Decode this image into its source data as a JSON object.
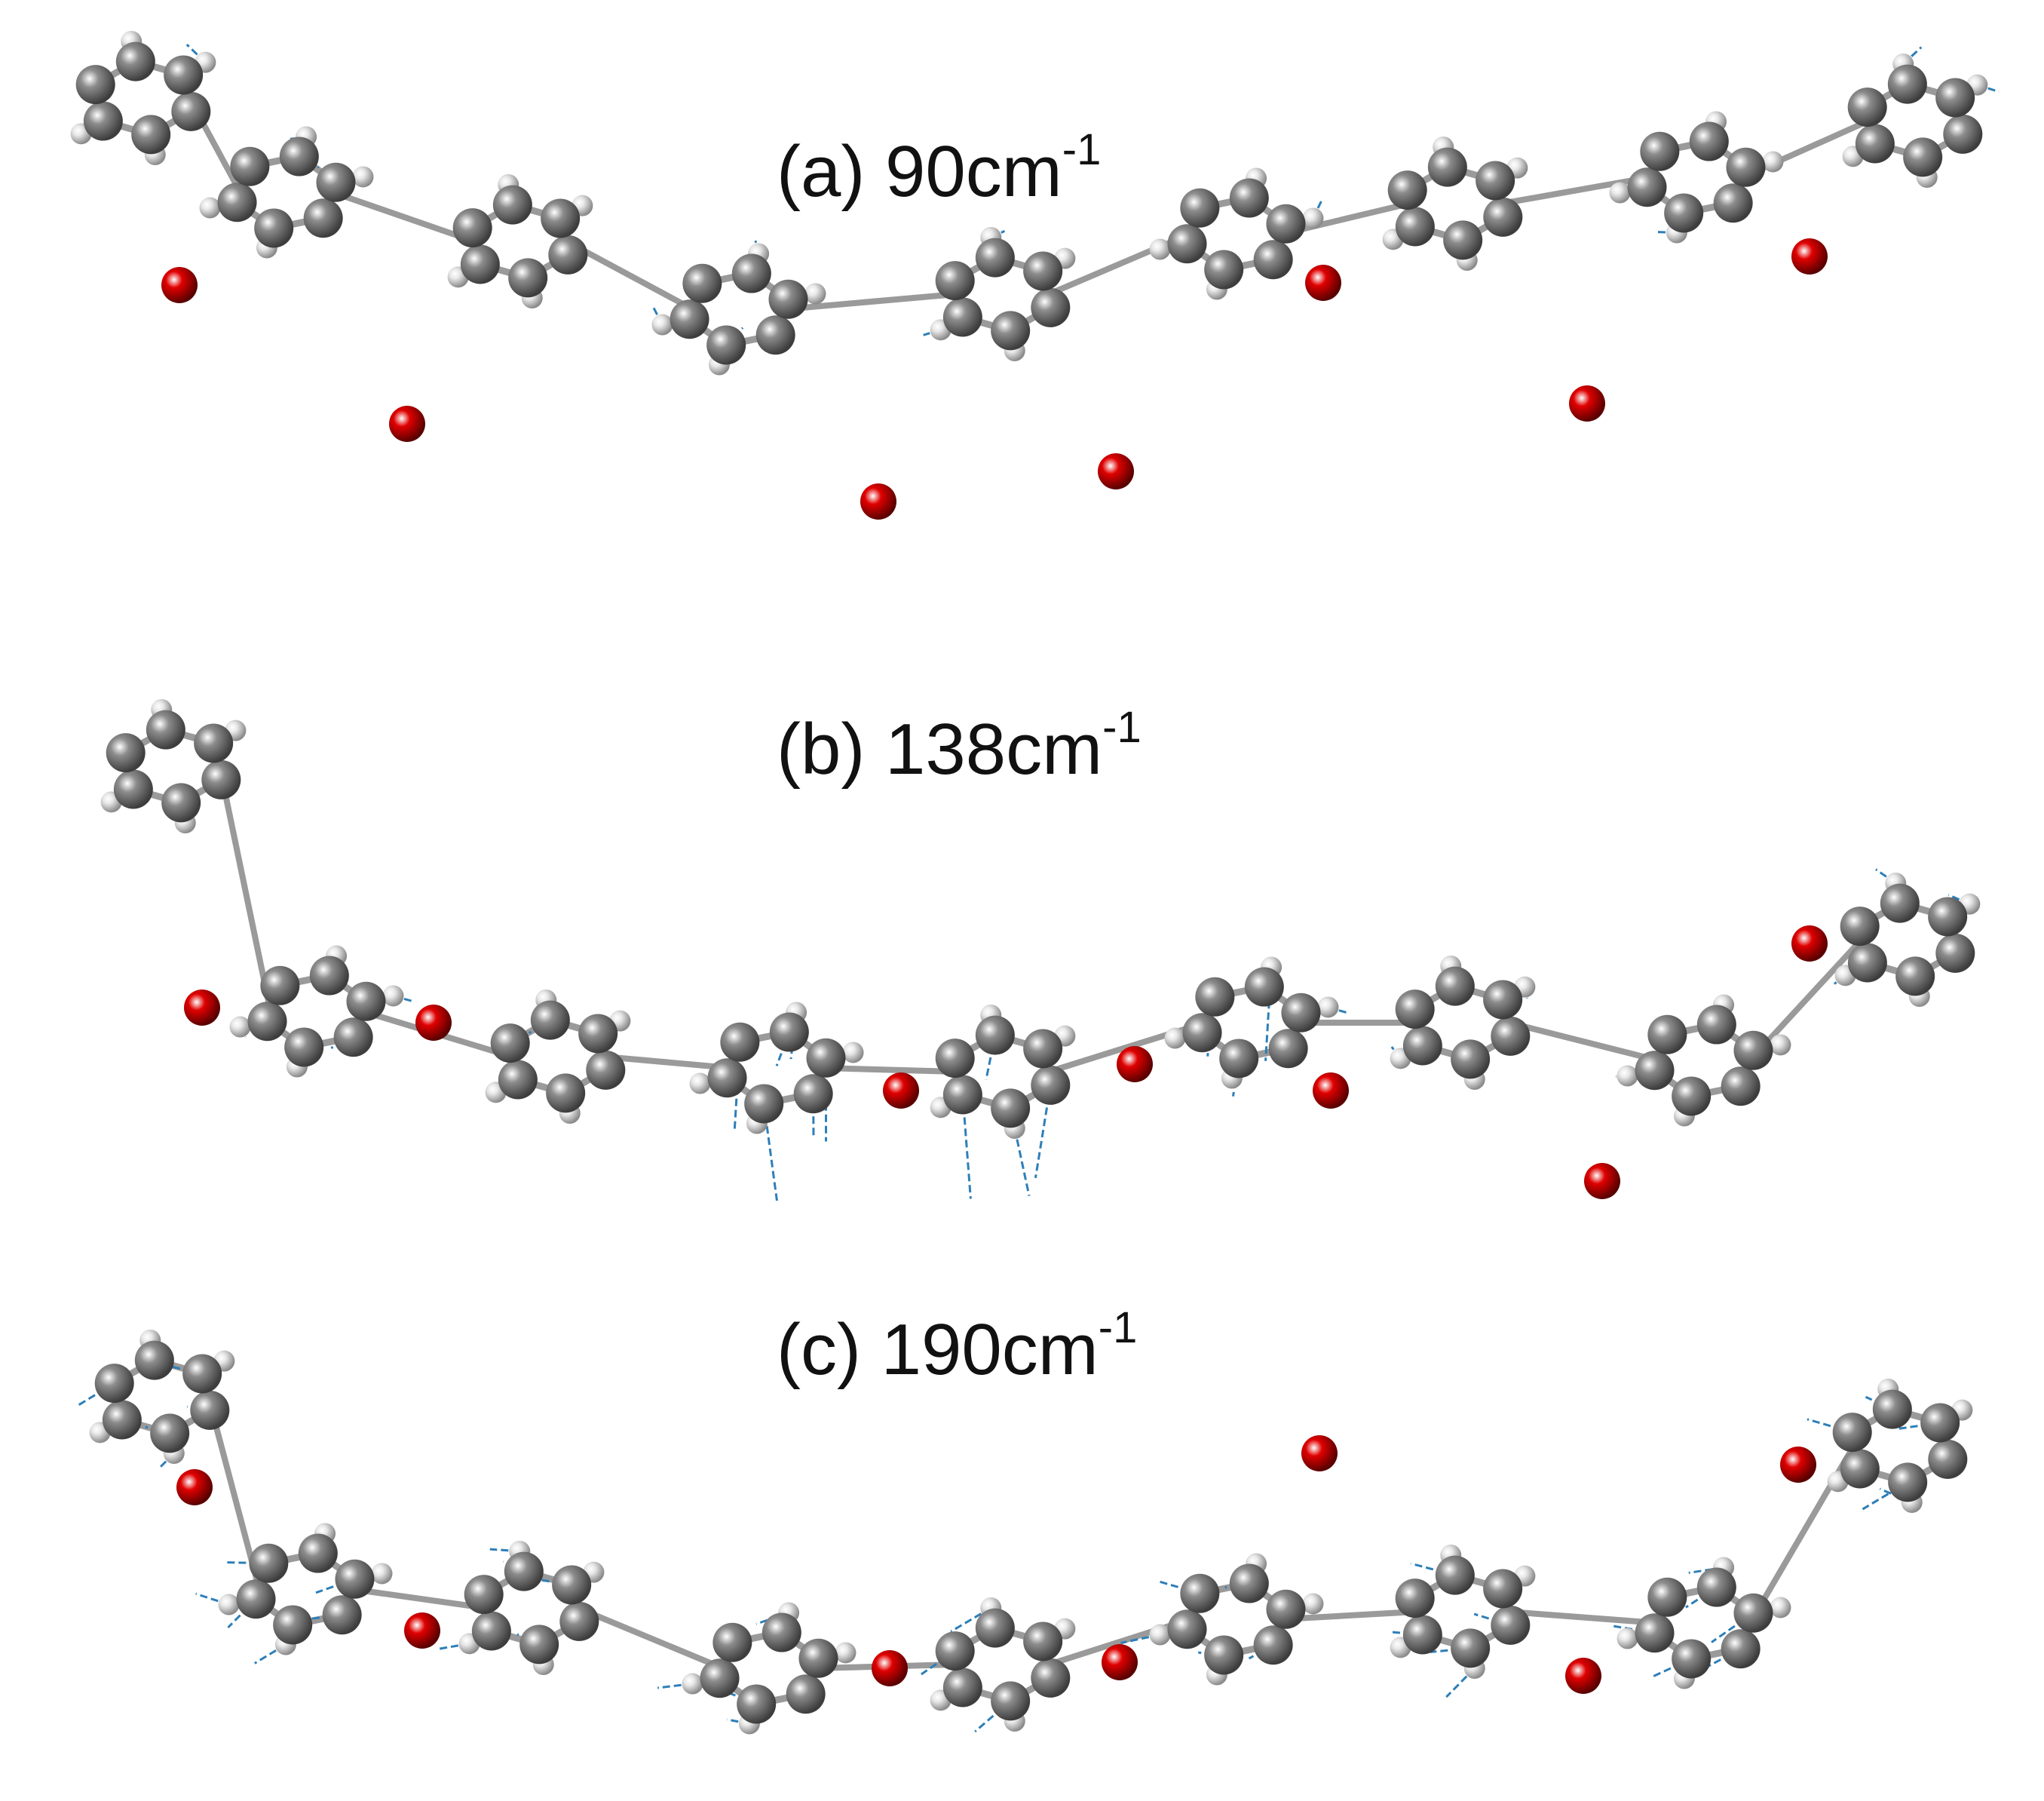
{
  "panels": [
    {
      "id": "a",
      "label_prefix": "(a) 90cm",
      "label_exp": "-1",
      "frequency_cm1": 90,
      "vector_pattern": "twist-ends-and-center"
    },
    {
      "id": "b",
      "label_prefix": "(b) 138cm",
      "label_exp": "-1",
      "frequency_cm1": 138,
      "vector_pattern": "bend-center-down"
    },
    {
      "id": "c",
      "label_prefix": "(c) 190cm",
      "label_exp": "-1",
      "frequency_cm1": 190,
      "vector_pattern": "ketone-wings"
    }
  ],
  "atom_colors": {
    "carbon": "#8c8c8c",
    "oxygen": "#e00000",
    "hydrogen": "#e8e8e8",
    "bond": "#9a9a9a",
    "displacement_vector": "#2d7fb8"
  }
}
